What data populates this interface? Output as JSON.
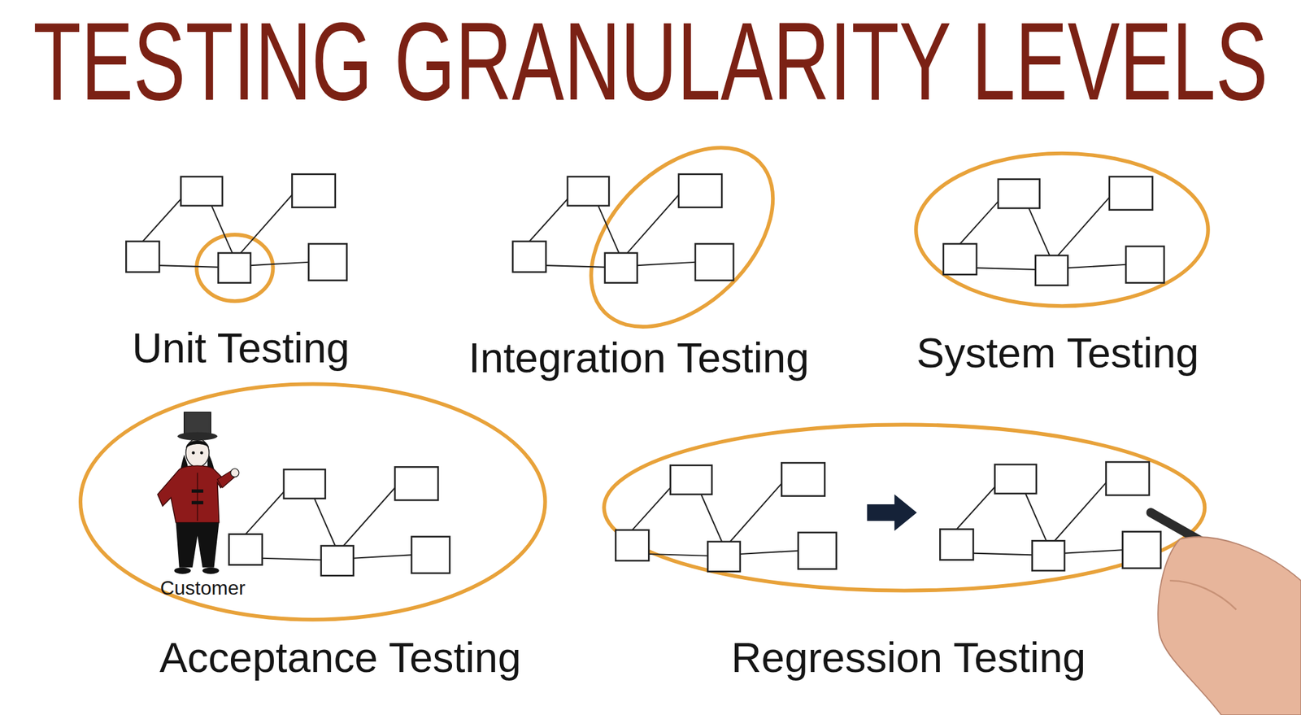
{
  "diagram": {
    "title": "TESTING GRANULARITY LEVELS",
    "labels": [
      "Unit Testing",
      "Integration Testing",
      "System Testing",
      "Customer",
      "Acceptance Testing",
      "Regression Testing"
    ]
  }
}
